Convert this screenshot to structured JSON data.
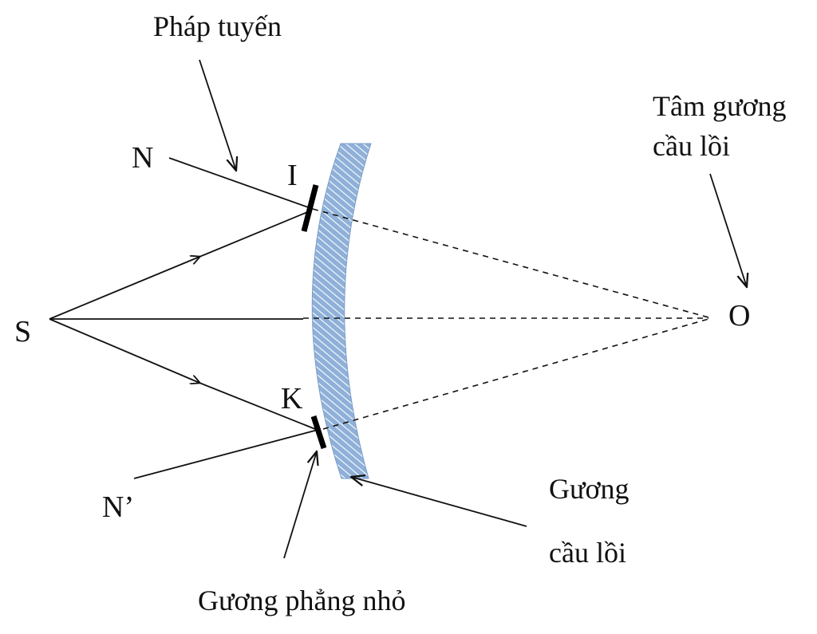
{
  "labels": {
    "normal_caption": "Pháp tuyến",
    "N": "N",
    "I": "I",
    "S": "S",
    "O": "O",
    "K": "K",
    "N_prime": "N’",
    "center_line1": "Tâm gương",
    "center_line2": "cầu lồi",
    "mirror_line1": "Gương",
    "mirror_line2": "cầu lồi",
    "small_mirror": "Gương phẳng nhỏ"
  },
  "colors": {
    "ink": "#111111",
    "mirror_fill": "#8fb0d8",
    "mirror_hatch": "#ffffff"
  }
}
